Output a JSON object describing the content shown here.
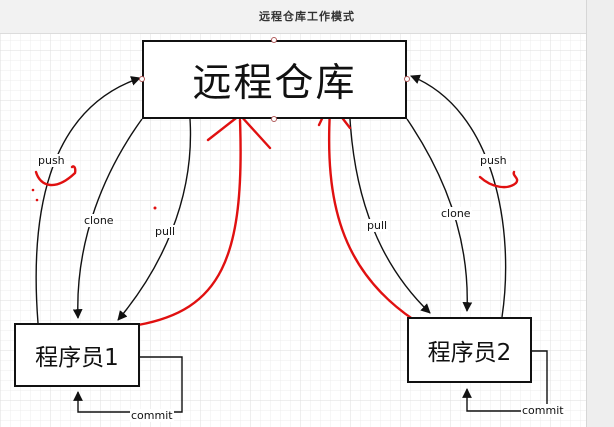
{
  "window": {
    "title": "远程仓库工作模式"
  },
  "diagram": {
    "nodes": {
      "remote_repo": "远程仓库",
      "programmer_1": "程序员1",
      "programmer_2": "程序员2"
    },
    "edges": {
      "push_1": "push",
      "clone_1": "clone",
      "pull_1": "pull",
      "commit_1": "commit",
      "push_2": "push",
      "clone_2": "clone",
      "pull_2": "pull",
      "commit_2": "commit"
    }
  },
  "colors": {
    "line": "#111111",
    "annotation": "#e01010",
    "grid": "#e6e6e6",
    "title_bar": "#f2f2f2"
  },
  "icons": {
    "selection_handle": "selection-handle-icon"
  }
}
